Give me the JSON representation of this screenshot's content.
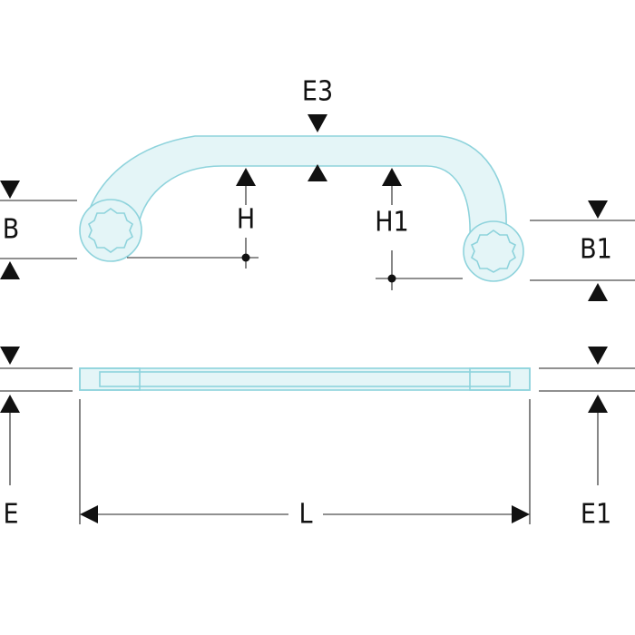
{
  "diagram": {
    "labels": {
      "e3": "E3",
      "b": "B",
      "h": "H",
      "h1": "H1",
      "b1": "B1",
      "e": "E",
      "l": "L",
      "e1": "E1"
    },
    "colors": {
      "wrench_fill": "#e4f5f7",
      "wrench_outline": "#8ed3dc",
      "dimension_lines": "#222222"
    }
  }
}
